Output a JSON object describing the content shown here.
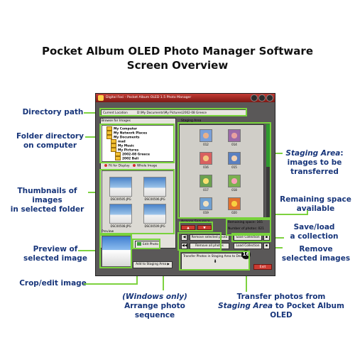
{
  "heading": {
    "line1": "Pocket Album OLED Photo Manager Software",
    "line2": "Screen Overview"
  },
  "callouts": {
    "directory_path": "Directory path",
    "folder_directory": [
      "Folder directory",
      "on computer"
    ],
    "thumbnails": [
      "Thumbnails of images",
      "in selected folder"
    ],
    "preview": [
      "Preview of",
      "selected image"
    ],
    "crop_edit": "Crop/edit image",
    "arrange_line1": "(Windows only)",
    "arrange_line2": "Arrange photo sequence",
    "transfer_line1": "Transfer photos from",
    "transfer_line2_italic": "Staging Area",
    "transfer_line2_rest": " to Pocket Album OLED",
    "staging_title": "Staging Area",
    "staging_rest": [
      "images to be",
      "transferred"
    ],
    "remaining_space": [
      "Remaining space",
      "available"
    ],
    "save_load": [
      "Save/load",
      "a collection"
    ],
    "remove": [
      "Remove",
      "selected images"
    ]
  },
  "app": {
    "title": "Digital Foci - Pocket Album OLED 1.5 Photo Manager",
    "current_location_label": "Current Location",
    "current_location_value": "D:\\My Documents\\My Pictures\\2002-08 Greece",
    "browse_label": "Browse for Images",
    "tree": [
      "My Computer",
      "My Network Places",
      "My Documents",
      "mad",
      "My Music",
      "My Pictures",
      "2002-08 Greece",
      "2002 Bali"
    ],
    "fit_display": "Fit for Display",
    "whole_image": "Whole Image",
    "thumbs": [
      "DSC00505.JPG",
      "DSC00506.JPG",
      "DSC00508.JPG",
      "DSC00509.JPG"
    ],
    "preview_label": "Preview",
    "edit_photo": "Edit Photo",
    "add_to_staging": "Add to Staging Area",
    "staging_label": "Staging Area",
    "staging_thumbs": [
      "012",
      "014",
      "016",
      "015",
      "017",
      "018",
      "019",
      "020"
    ],
    "arrange_sequence": "Arrange Sequence",
    "remaining_space_label": "Remaining space:",
    "remaining_space_value": "165",
    "num_photos_label": "Number of photos:",
    "num_photos_value": "021",
    "remove_selected": "Remove selected photo",
    "remove_all": "Remove all photos",
    "save_collection": "Save Collection",
    "load_collection": "Load Collection",
    "transfer_label": "Transfer Photos in Staging Area to Device",
    "badge": "16",
    "exit": "Exit"
  },
  "colors": {
    "callout_text": "#17357a",
    "highlight": "#78d23c",
    "titlebar": "#b12f28"
  }
}
